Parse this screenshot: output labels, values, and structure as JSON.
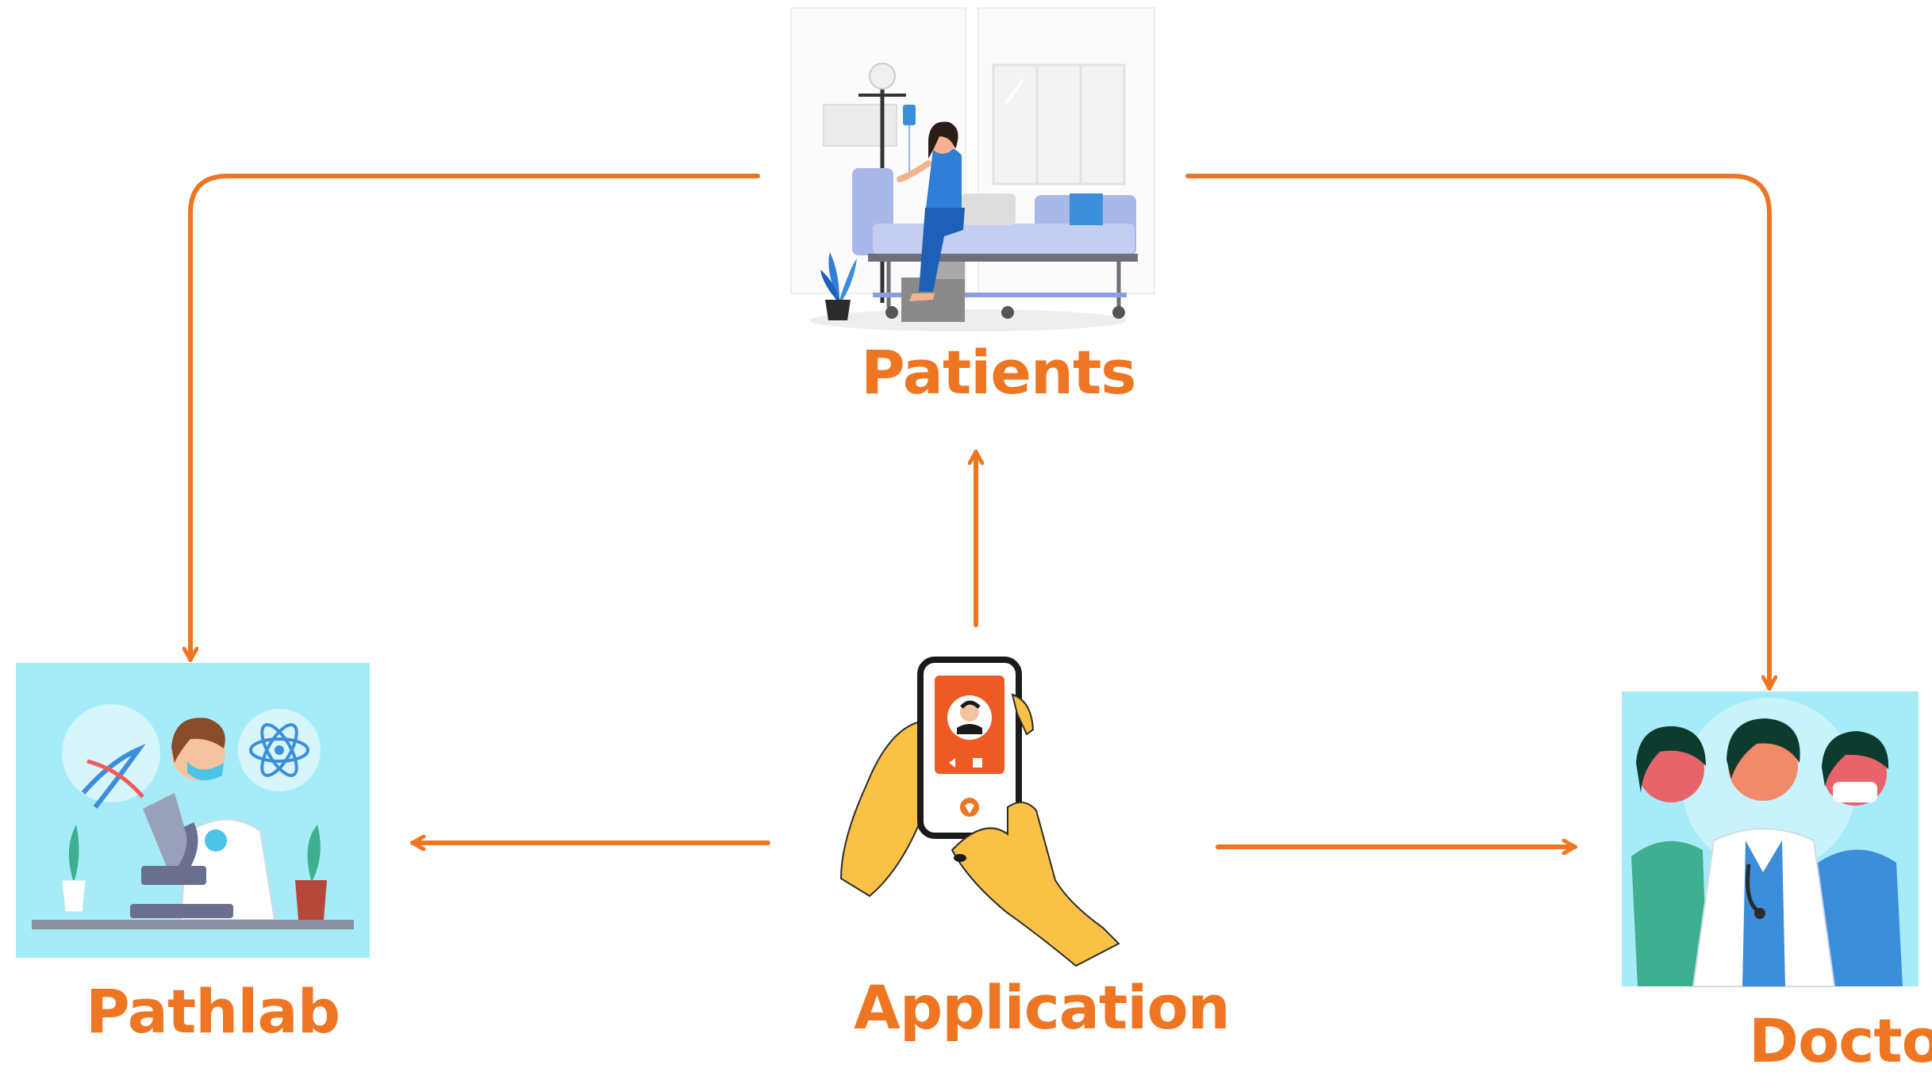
{
  "nodes": {
    "patients": {
      "label": "Patients"
    },
    "pathlab": {
      "label": "Pathlab"
    },
    "application": {
      "label": "Application"
    },
    "doctor": {
      "label": "Doctor"
    }
  },
  "edges": [
    {
      "from": "patients",
      "to": "pathlab"
    },
    {
      "from": "patients",
      "to": "doctor"
    },
    {
      "from": "application",
      "to": "patients"
    },
    {
      "from": "application",
      "to": "pathlab"
    },
    {
      "from": "application",
      "to": "doctor"
    }
  ],
  "colors": {
    "accent": "#EE7623",
    "sky_bg": "#A6ECF8",
    "hand": "#F9C145",
    "phone_screen": "#EE5A24",
    "scrubs_blue": "#3C8EDB",
    "scrubs_green": "#3FB08F"
  }
}
